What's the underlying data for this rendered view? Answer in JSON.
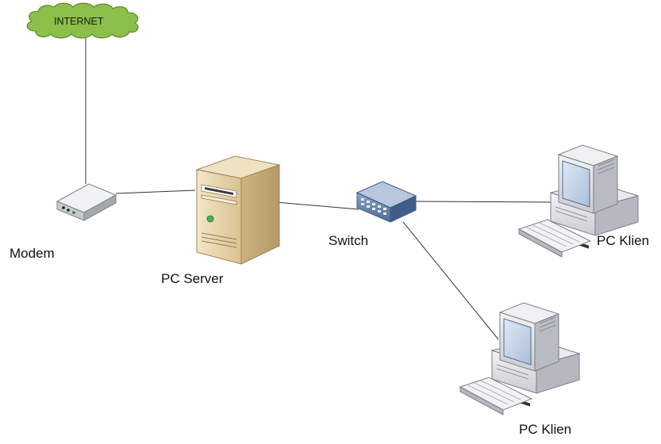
{
  "internet": {
    "label": "INTERNET"
  },
  "modem": {
    "label": "Modem"
  },
  "server": {
    "label": "PC Server"
  },
  "switch": {
    "label": "Switch"
  },
  "clients": [
    {
      "label": "PC Klien"
    },
    {
      "label": "PC Klien"
    }
  ],
  "colors": {
    "cloud_fill": "#8bbf4a",
    "cloud_stroke": "#5e8a2a",
    "server_body": "#e8d5ad",
    "server_dark": "#c9b48a",
    "device_light": "#e3e4e6",
    "device_mid": "#c3c6cb",
    "device_dark": "#8e939b",
    "switch_blue": "#4f6f9a",
    "line": "#333333"
  }
}
